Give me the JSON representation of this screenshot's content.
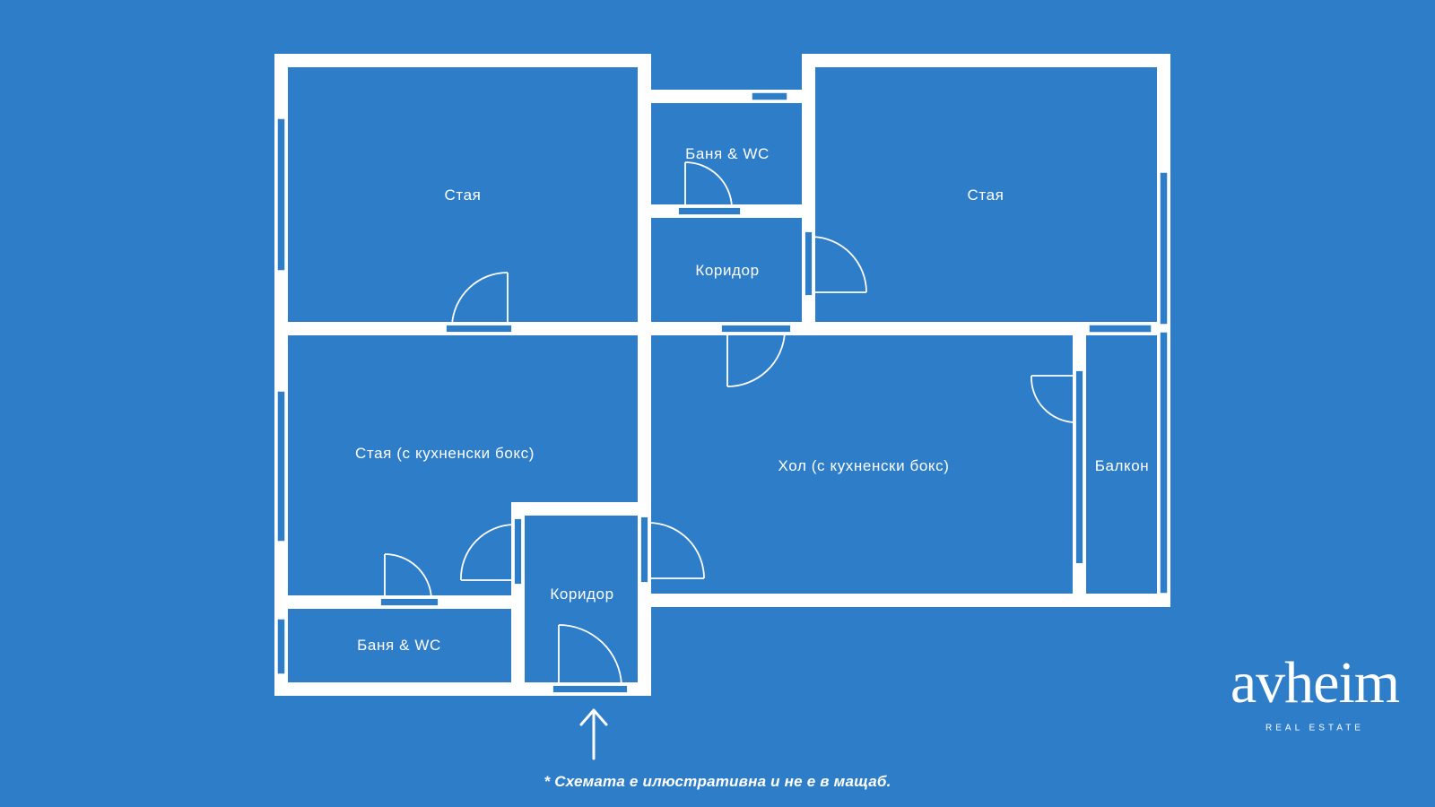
{
  "colors": {
    "background": "#2e7dc9",
    "walls": "#ffffff"
  },
  "rooms": {
    "room_top_left": "Стая",
    "bath_top": "Баня & WC",
    "room_top_right": "Стая",
    "corridor_top": "Коридор",
    "studio_room": "Стая (с кухненски бокс)",
    "hall": "Хол (с кухненски бокс)",
    "balcony": "Балкон",
    "corridor_bottom": "Коридор",
    "bath_bottom": "Баня & WC"
  },
  "entrance_arrow_icon": "arrow-up-icon",
  "note": "* Схемата е илюстративна и не е в мащаб.",
  "logo": {
    "word": "avheim",
    "subtitle": "REAL ESTATE"
  }
}
